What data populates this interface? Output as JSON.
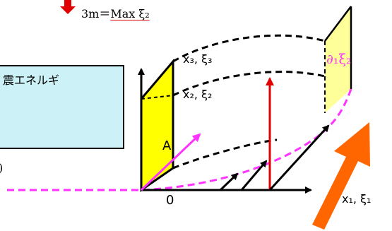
{
  "top_note": {
    "prefix": "3m＝",
    "underlined": "Max ξ₂"
  },
  "energy_box": "震エネルギ",
  "left_fragment": "̃)",
  "labels": {
    "x3": "x₃, ξ₃",
    "x2": "x₂, ξ₂",
    "A": "A",
    "origin": "0",
    "x1": "x₁, ξ₁",
    "partial": "∂₁ξ₂"
  },
  "colors": {
    "red": "#e00000",
    "magenta": "#ff33ff",
    "yellow": "#ffff00",
    "pale_yellow": "#ffff99",
    "orange": "#ff6600",
    "cyan_box": "#ccf2f7",
    "black": "#000000"
  }
}
